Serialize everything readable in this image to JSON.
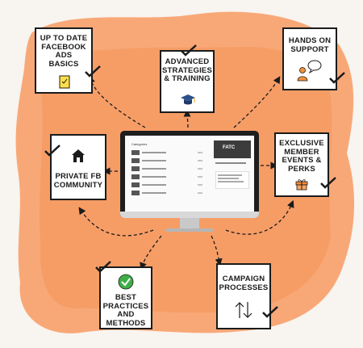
{
  "cards": [
    {
      "id": "up-to-date",
      "title": "UP TO DATE\nFACEBOOK\nADS\nBASICS",
      "icon": "document-icon"
    },
    {
      "id": "advanced",
      "title": "ADVANCED\nSTRATEGIES\n& TRAINING",
      "icon": "graduation-cap-icon"
    },
    {
      "id": "hands-on",
      "title": "HANDS ON\nSUPPORT",
      "icon": "speech-bubble-people-icon"
    },
    {
      "id": "private-fb",
      "title": "PRIVATE FB\nCOMMUNITY",
      "icon": "house-icon"
    },
    {
      "id": "exclusive",
      "title": "EXCLUSIVE\nMEMBER\nEVENTS &\nPERKS",
      "icon": "gift-icon"
    },
    {
      "id": "best-practices",
      "title": "BEST\nPRACTICES\nAND\nMETHODS",
      "icon": "check-circle-icon"
    },
    {
      "id": "campaign",
      "title": "CAMPAIGN\nPROCESSES",
      "icon": "up-down-arrows-icon"
    }
  ],
  "screen": {
    "categories_label": "Categories",
    "brand": "FATC"
  },
  "colors": {
    "orange": "#f7a16c",
    "orange_light": "#fbc39c",
    "ink": "#1b1b1b",
    "yellow": "#ffe04a",
    "gift": "#f58a3a",
    "green": "#3fae49",
    "cap": "#2d4f8a",
    "bubble_people": "#f2913b"
  }
}
